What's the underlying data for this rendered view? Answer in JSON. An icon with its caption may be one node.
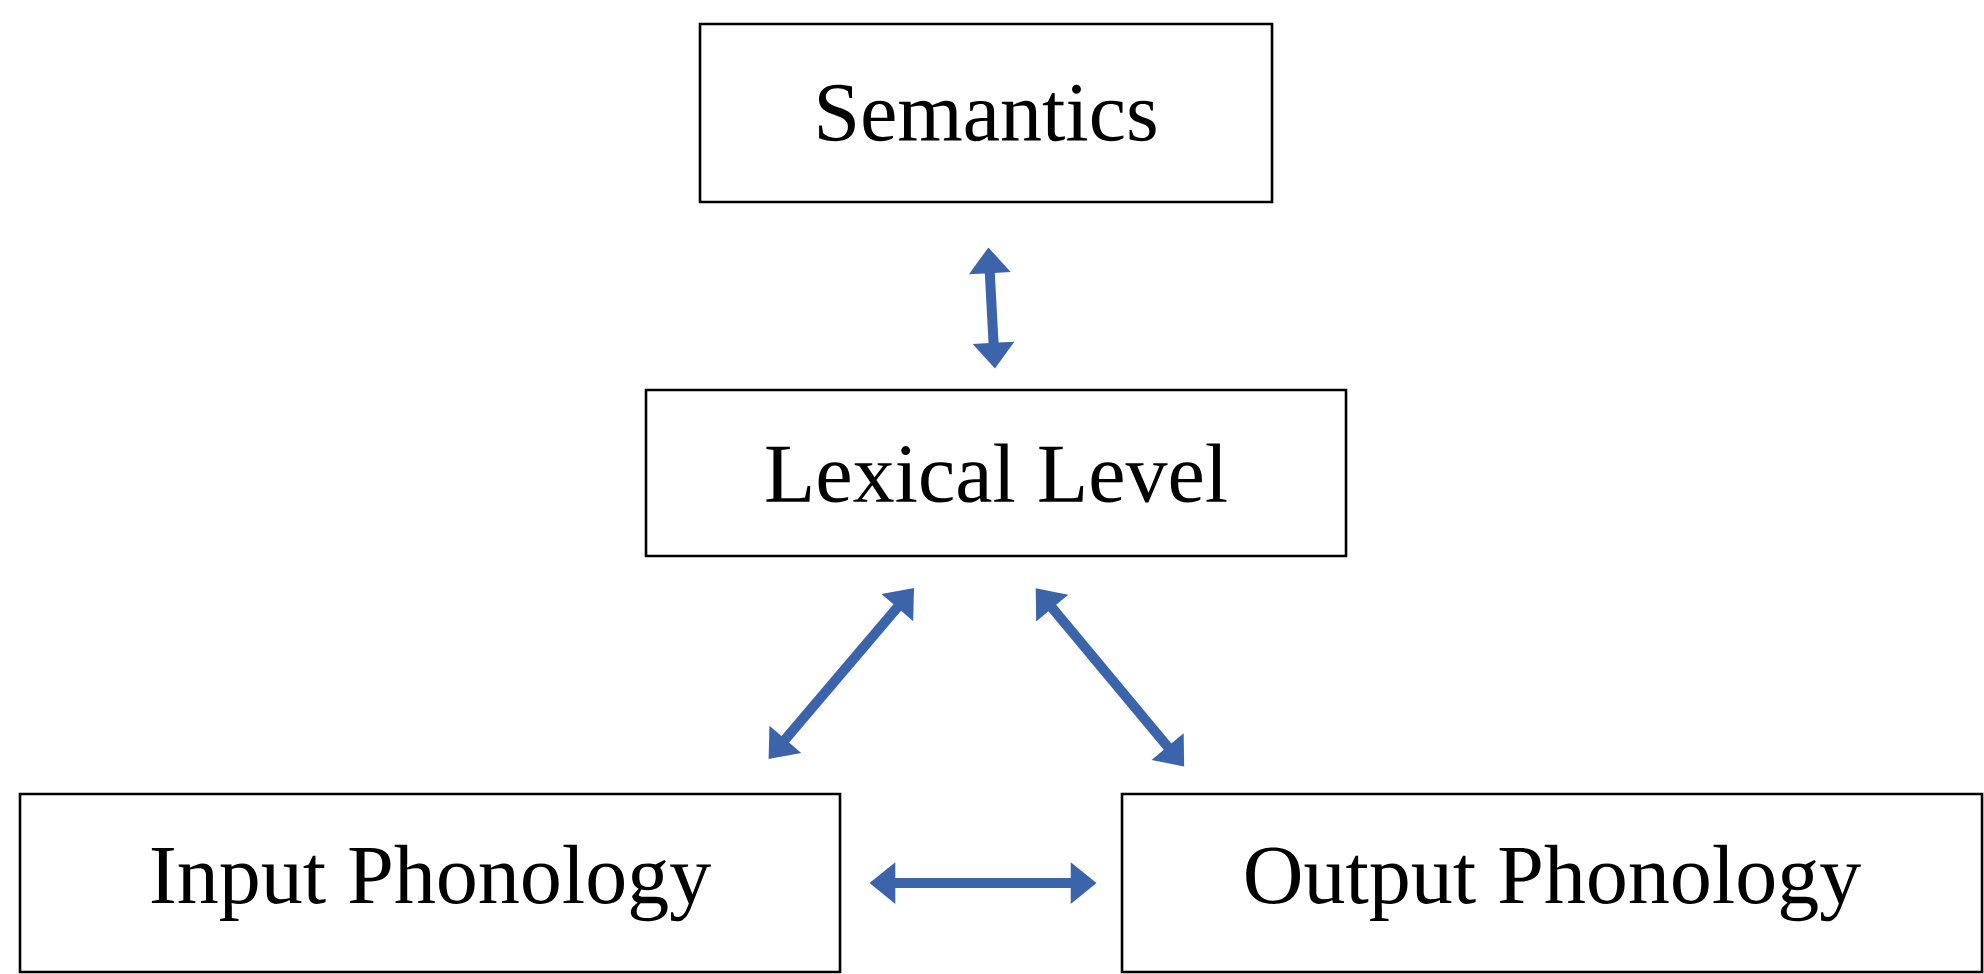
{
  "diagram": {
    "nodes": [
      {
        "text": [
          "Semantics"
        ]
      },
      {
        "text": [
          "Lexical Level"
        ]
      },
      {
        "text": [
          "Input Phonology"
        ]
      },
      {
        "text": [
          "Output Phonology"
        ]
      }
    ],
    "edges": [
      {
        "from": 0,
        "to": 1,
        "arrow": "both"
      },
      {
        "from": 1,
        "to": 2,
        "arrow": "both"
      },
      {
        "from": 1,
        "to": 3,
        "arrow": "both"
      },
      {
        "from": 2,
        "to": 3,
        "arrow": "both"
      }
    ]
  }
}
